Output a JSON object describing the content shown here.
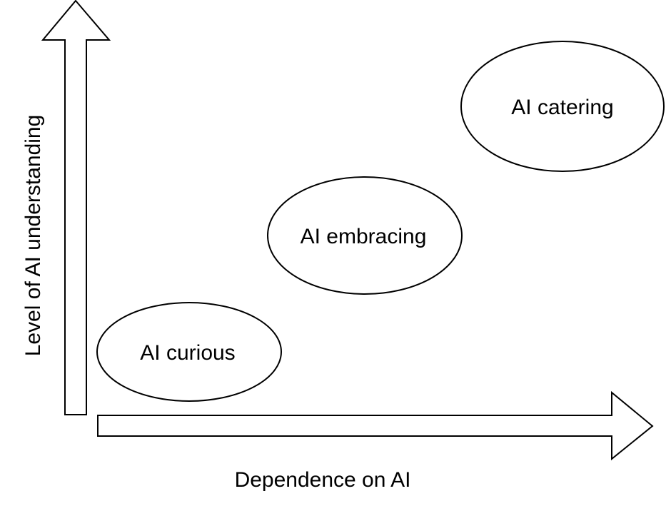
{
  "diagram": {
    "y_axis_label": "Level of AI understanding",
    "x_axis_label": "Dependence on AI",
    "stages": [
      {
        "label": "AI curious"
      },
      {
        "label": "AI embracing"
      },
      {
        "label": "AI catering"
      }
    ]
  },
  "colors": {
    "stroke": "#000000",
    "fill": "#ffffff",
    "text": "#000000"
  }
}
